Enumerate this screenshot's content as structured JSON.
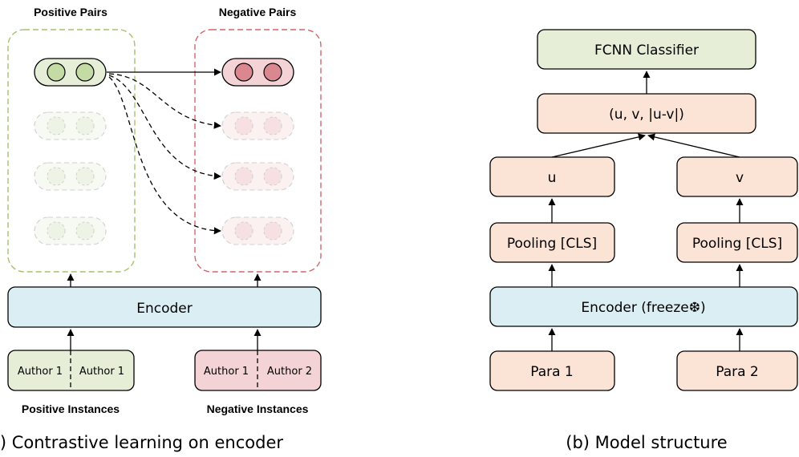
{
  "panel_a": {
    "positive_pairs_title": "Positive Pairs",
    "negative_pairs_title": "Negative Pairs",
    "encoder_label": "Encoder",
    "positive_instance": {
      "left": "Author 1",
      "right": "Author 1"
    },
    "negative_instance": {
      "left": "Author 1",
      "right": "Author 2"
    },
    "positive_instances_label": "Positive Instances",
    "negative_instances_label": "Negative Instances",
    "caption": "a) Contrastive learning on encoder"
  },
  "panel_b": {
    "classifier_label": "FCNN Classifier",
    "concat_label": "(u, v, |u-v|)",
    "u_label": "u",
    "v_label": "v",
    "pooling_left_label": "Pooling [CLS]",
    "pooling_right_label": "Pooling [CLS]",
    "encoder_label": "Encoder (freeze❆)",
    "para1_label": "Para 1",
    "para2_label": "Para 2",
    "caption": "(b) Model structure"
  },
  "colors": {
    "green_fill": "#e6eed7",
    "green_dot": "#c5dba5",
    "red_fill": "#f3d3d5",
    "red_dot": "#db8790",
    "blue_fill": "#dbeef4",
    "orange_fill": "#fbe3d6",
    "green_dash": "#a6c26b",
    "red_dash": "#d0666b"
  }
}
